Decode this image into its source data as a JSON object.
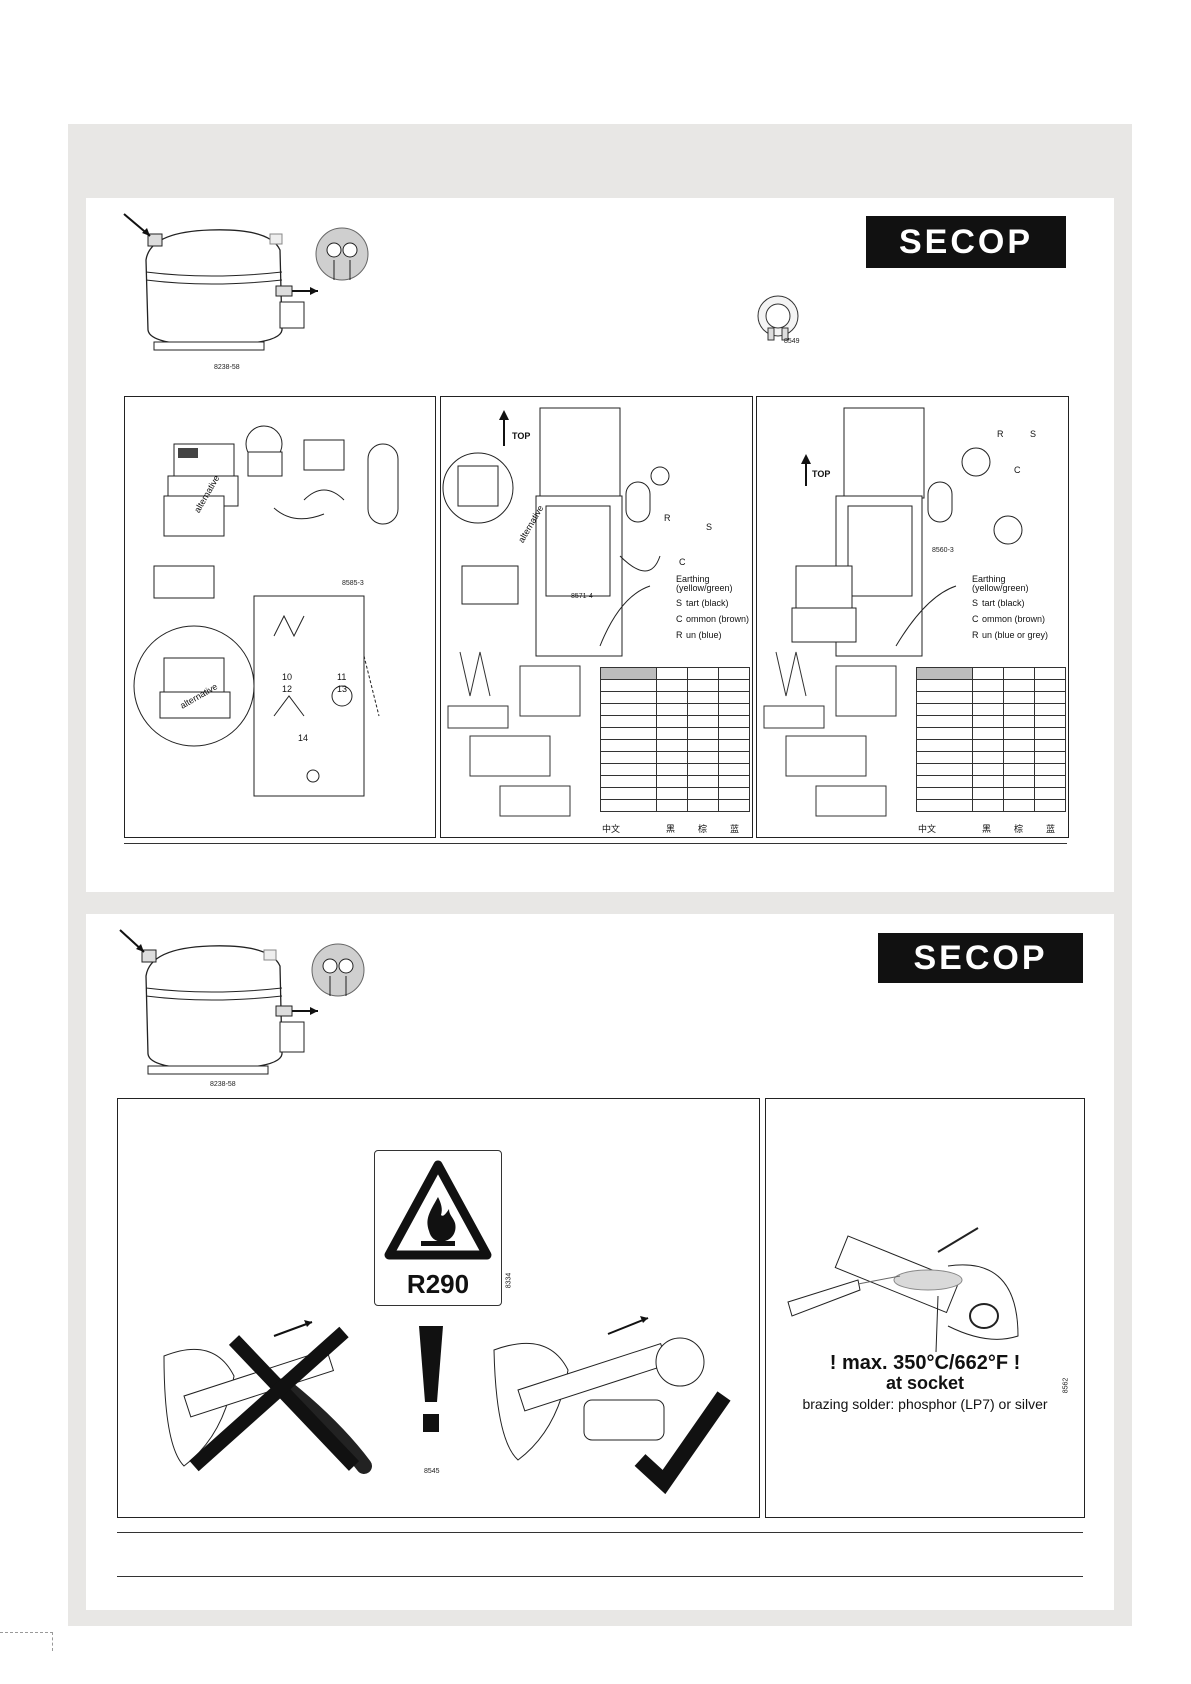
{
  "brand": {
    "logo_text": "SECOP"
  },
  "section1": {
    "compressor_code": "8238-58",
    "ptc_code": "8549",
    "panel1": {
      "alternative_1": "alternative",
      "alternative_2": "alternative",
      "code": "8585-3",
      "terminal_numbers": [
        "10",
        "11",
        "12",
        "13",
        "14"
      ]
    },
    "panel2": {
      "top_label": "TOP",
      "alternative": "alternative",
      "code": "8571-4",
      "terminals": [
        "R",
        "S",
        "C"
      ],
      "wires": [
        "Earthing",
        "(yellow/green)",
        "tart (black)",
        "ommon (brown)",
        "un (blue)"
      ],
      "wire_letters": [
        "S",
        "C",
        "R"
      ],
      "table_footer": [
        "中文",
        "黑",
        "棕",
        "蓝"
      ]
    },
    "panel3": {
      "top_label": "TOP",
      "code": "8560-3",
      "terminals": [
        "R",
        "S",
        "C"
      ],
      "wires": [
        "Earthing",
        "(yellow/green)",
        "tart (black)",
        "ommon (brown)",
        "un (blue or grey)"
      ],
      "wire_letters": [
        "S",
        "C",
        "R"
      ],
      "table_footer": [
        "中文",
        "黑",
        "棕",
        "蓝"
      ]
    }
  },
  "section2": {
    "compressor_code": "8238-58",
    "sign_text": "R290",
    "sign_code": "8334",
    "warning_code": "8545",
    "brazing": {
      "line1": "! max. 350°C/662°F !",
      "line2": "at socket",
      "line3": "brazing solder: phosphor (LP7) or silver",
      "code": "8562"
    }
  }
}
